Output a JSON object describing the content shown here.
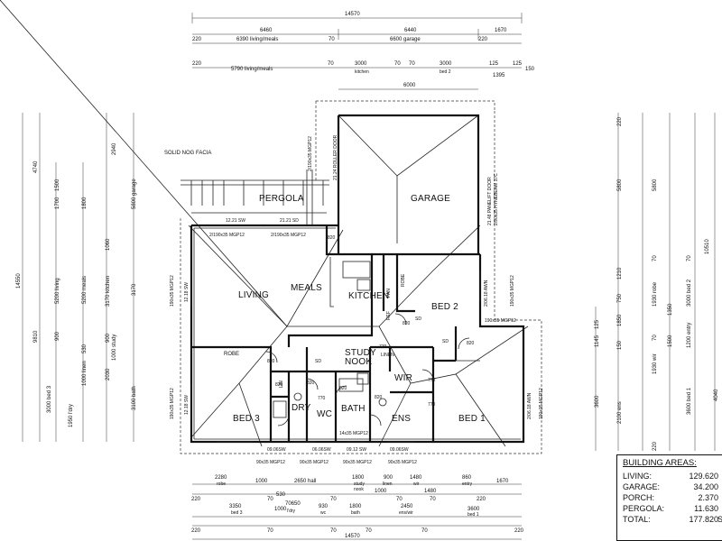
{
  "rooms": {
    "pergola": "PERGOLA",
    "garage": "GARAGE",
    "living": "LIVING",
    "meals": "MEALS",
    "kitchen": "KITCHEN",
    "bed2": "BED 2",
    "study_1": "STUDY",
    "study_2": "NOOK",
    "robe": "ROBE",
    "wir": "WIR",
    "bed3": "BED 3",
    "dry": "DRY",
    "wc": "WC",
    "bath": "BATH",
    "ens": "ENS",
    "bed1": "BED 1",
    "linen": "LINEN",
    "lin": "LIN",
    "ref": "REF",
    "pan": "PAN",
    "robe_v": "ROBE"
  },
  "notes": {
    "facia": "SOLID NOG FACIA",
    "roller_door": "2/190x35 MGP12",
    "roller_door_2": "21.24 ROLLER DOOR",
    "panel_door": "21.48 PANELIFT DOOR",
    "panel_door_2": "2/90x35 HYNEBEAM 17C",
    "win_1221sw": "12.21 SW",
    "win_2121sd": "21.21 SD",
    "lintel_1": "2/190x35 MGP12",
    "lintel_2": "2/190x35 MGP12",
    "lintel_3": "190x35 MGP12",
    "lintel_3b": "12.18 SW",
    "lintel_4": "190x35 MGP12",
    "lintel_4b": "12.18 SW",
    "lintel_5": "2/06.18 AWN",
    "lintel_5b": "190x35 MGP12",
    "lintel_6": "190x35 MGP12",
    "lintel_7": "2/06.18 AWN",
    "lintel_7b": "190x35 MGP12",
    "bot_1": "09.06SW",
    "bot_2": "06.06SW",
    "bot_3": "09.12 SW",
    "bot_4": "09.06SW",
    "bot_5": "90x35 MGP12",
    "bot_6": "90x35 MGP12",
    "bot_7": "90x35 MGP12",
    "bot_8": "90x35 MGP12",
    "bath_window": "14x35 MGP12",
    "sd": "SD"
  },
  "door_widths": [
    "820",
    "820",
    "820",
    "820",
    "820",
    "770",
    "820",
    "770",
    "770",
    "820",
    "820",
    "770"
  ],
  "dims_top": {
    "overall": "14570",
    "r1": [
      "6460",
      "6440",
      "1670"
    ],
    "r2": [
      "220",
      "6390 living/meals",
      "70",
      "6600 garage",
      "220"
    ],
    "r3": [
      "220",
      "5790 living/meals",
      "70",
      "3000",
      "kitchen",
      "70",
      "70",
      "3000",
      "bed 2",
      "125",
      "1395",
      "125",
      "150"
    ],
    "r4": [
      "6000"
    ]
  },
  "dims_left": {
    "overall": "14550",
    "a": "4740",
    "b": "2940",
    "c": "9810",
    "d": [
      "5200 living",
      "5200 meals",
      "3170 kitchen",
      "3170"
    ],
    "e": [
      "1500",
      "1700",
      "1800",
      "5800 garage",
      "1060",
      "900",
      "2030",
      "3100 bath",
      "3000 bed 3",
      "1950 l'dry",
      "1000 linen",
      "1000 study",
      "530",
      "900"
    ]
  },
  "dims_right": {
    "overall": "10510",
    "a": [
      "5800",
      "5800",
      "3000 bed 2",
      "1930 robe",
      "1210",
      "750",
      "1850",
      "2100 ens",
      "1500",
      "1200 entry",
      "1930 wir",
      "3600",
      "3600 bed 1",
      "4040",
      "1145",
      "1350"
    ],
    "b": [
      "220",
      "70",
      "70",
      "70",
      "125",
      "150",
      "220"
    ]
  },
  "dims_bottom": {
    "r1": [
      "2280",
      "robe",
      "1000",
      "2650 hall",
      "1800",
      "study",
      "nook",
      "900",
      "linen",
      "1480",
      "wir",
      "860",
      "entry"
    ],
    "r2": [
      "220",
      "70",
      "70",
      "70",
      "70",
      "220",
      "1670"
    ],
    "r3": [
      "3350",
      "bed 3",
      "530",
      "1000",
      "930",
      "wc",
      "1800",
      "bath",
      "2450",
      "ens/wir",
      "3600",
      "bed 1"
    ],
    "r4": [
      "220",
      "70",
      "70",
      "70",
      "70",
      "220"
    ],
    "overall": "14570",
    "misc": [
      "70650",
      "l'dry",
      "1480",
      "1000"
    ]
  },
  "building_areas": {
    "title": "BUILDING AREAS:",
    "rows": [
      {
        "label": "LIVING:",
        "value": "129.620"
      },
      {
        "label": "GARAGE:",
        "value": "34.200"
      },
      {
        "label": "PORCH:",
        "value": "2.370"
      },
      {
        "label": "PERGOLA:",
        "value": "11.630"
      },
      {
        "label": "TOTAL:",
        "value": "177.820"
      }
    ],
    "unit": "S"
  }
}
